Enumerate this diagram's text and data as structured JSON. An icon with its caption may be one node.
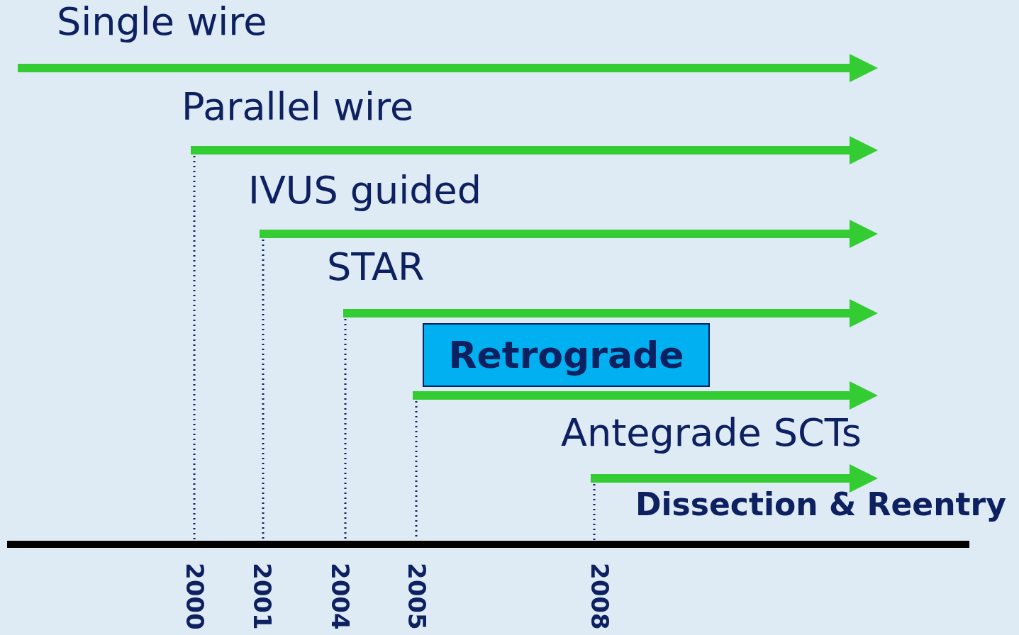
{
  "diagram": {
    "nodes": [
      {
        "text": [
          "Retrograde"
        ]
      }
    ],
    "labels": [
      "Single wire",
      "Parallel wire",
      "IVUS guided",
      "STAR",
      "Antegrade SCTs",
      "Dissection & Reentry",
      "2000",
      "2001",
      "2004",
      "2005",
      "2008"
    ]
  }
}
